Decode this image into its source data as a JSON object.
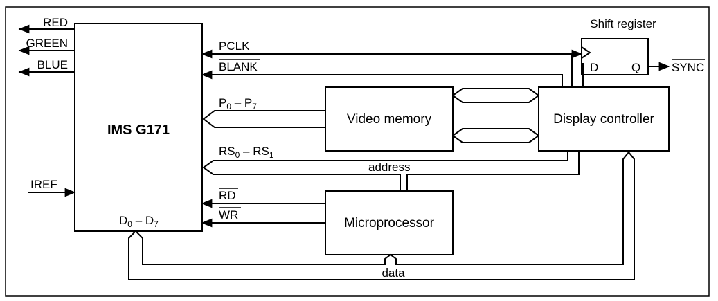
{
  "blocks": {
    "ims": "IMS G171",
    "video_memory": "Video memory",
    "display_controller": "Display controller",
    "microprocessor": "Microprocessor",
    "shift_register": "Shift register"
  },
  "signals": {
    "red": "RED",
    "green": "GREEN",
    "blue": "BLUE",
    "iref": "IREF",
    "pclk": "PCLK",
    "blank": "BLANK",
    "p_main": "P",
    "p_sub0": "0",
    "p_dash": " – P",
    "p_sub7": "7",
    "rs_main": "RS",
    "rs_sub0": "0",
    "rs_dash": " – RS",
    "rs_sub1": "1",
    "rd": "RD",
    "wr": "WR",
    "d_main": "D",
    "d_sub0": "0",
    "d_dash": " – D",
    "d_sub7": "7",
    "address": "address",
    "data": "data",
    "sr_d": "D",
    "sr_q": "Q",
    "sync": "SYNC"
  }
}
